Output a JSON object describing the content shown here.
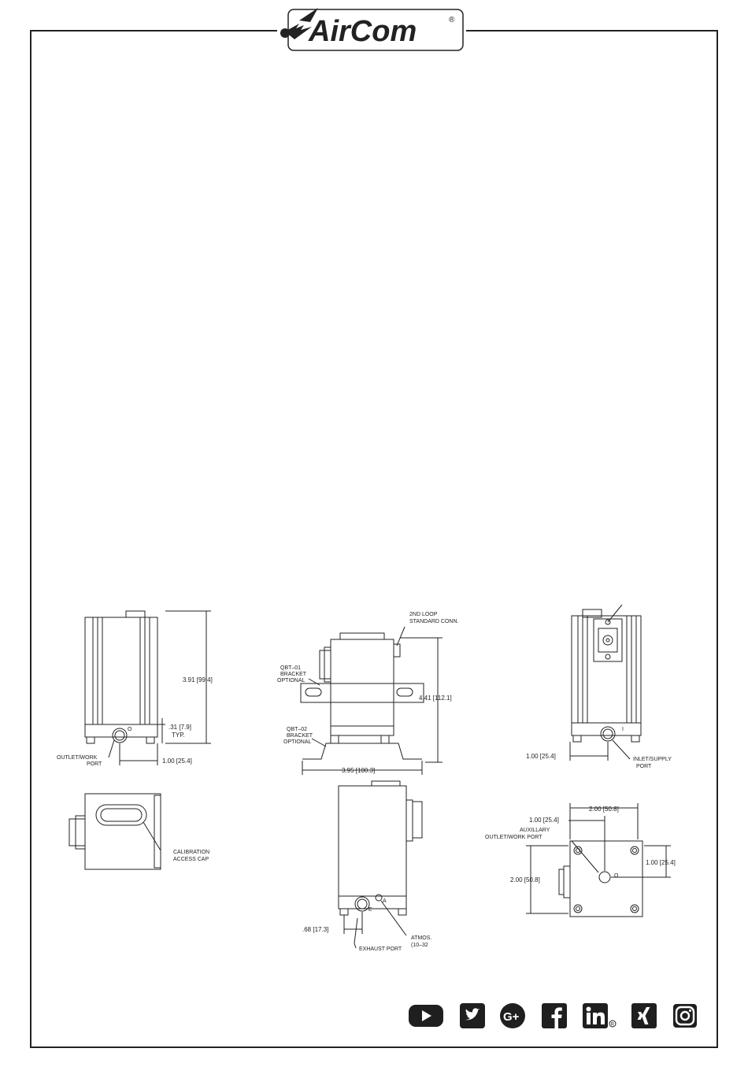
{
  "brand": {
    "name": "AirCom",
    "registered": "®"
  },
  "labels": {
    "outlet_work_port": [
      "OUTLET/WORK",
      "PORT"
    ],
    "dim_height_1": "3.91  [99.4]",
    "dim_typ": [
      ".31  [7.9]",
      "TYP."
    ],
    "dim_1in": "1.00  [25.4]",
    "port_o": "O",
    "calibration_cap": [
      "CALIBRATION",
      "ACCESS  CAP"
    ],
    "second_loop": [
      "2ND LOOP",
      "STANDARD CONN."
    ],
    "qbt01": [
      "QBT–01",
      "BRACKET",
      "OPTIONAL"
    ],
    "qbt02": [
      "QBT–02",
      "BRACKET",
      "OPTIONAL"
    ],
    "dim_height_2": "4.41  [112.1]",
    "dim_width": "3.95  [100.3]",
    "dim_exhaust": ".68  [17.3]",
    "exhaust_port": "EXHAUST  PORT",
    "port_e": "E",
    "port_a": "A",
    "atmos": [
      "ATMOS.",
      "(10–32"
    ],
    "dim_inlet": "1.00  [25.4]",
    "port_i": "I",
    "inlet_supply": [
      "INLET/SUPPLY",
      "PORT"
    ],
    "dim_200_top": "2.00  [50.8]",
    "dim_100_top": "1.00  [25.4]",
    "aux_outlet": [
      "AUXILLARY",
      "OUTLET/WORK  PORT"
    ],
    "dim_200_left": "2.00  [50.8]",
    "dim_100_right": "1.00  [25.4]"
  },
  "social": [
    "youtube-icon",
    "twitter-icon",
    "google-plus-icon",
    "facebook-icon",
    "linkedin-icon",
    "xing-icon",
    "instagram-icon"
  ],
  "colors": {
    "line": "#222222",
    "icon": "#1f1f1f",
    "accent": "#ffffff"
  }
}
